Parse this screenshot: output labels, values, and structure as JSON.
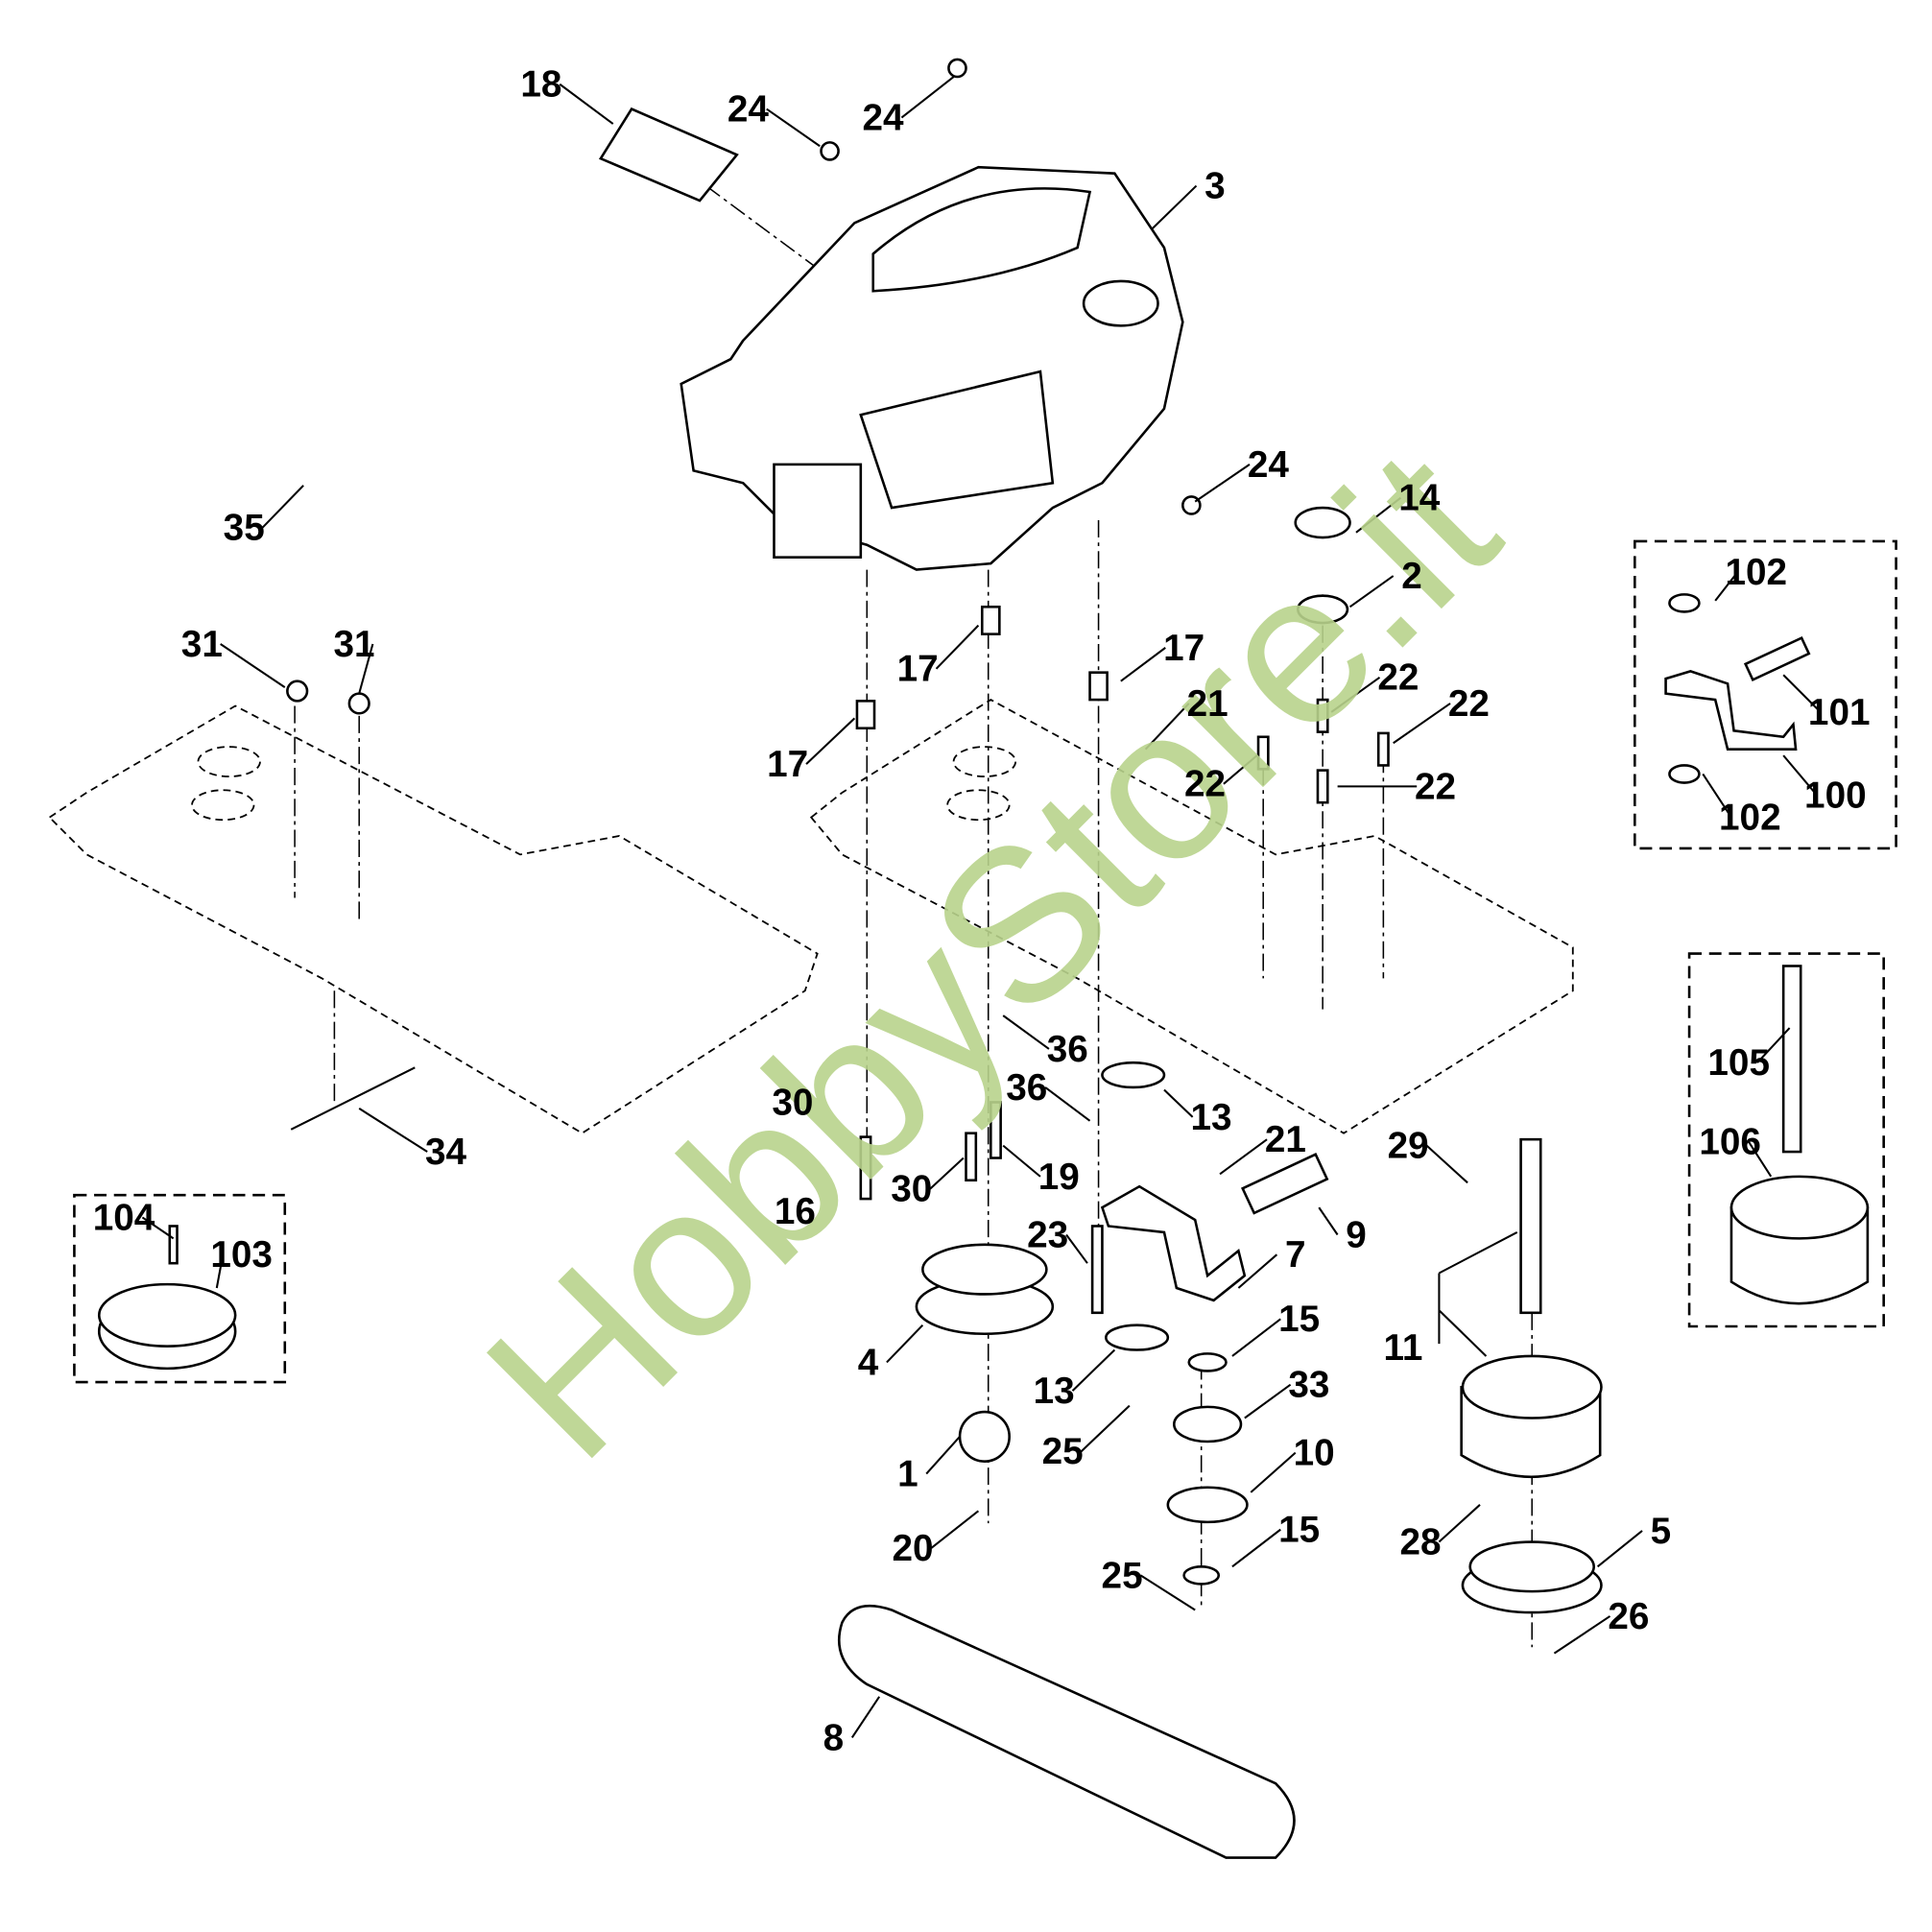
{
  "diagram": {
    "type": "exploded-parts-diagram",
    "callouts": [
      "18",
      "24",
      "24",
      "3",
      "24",
      "14",
      "2",
      "35",
      "31",
      "31",
      "17",
      "17",
      "17",
      "21",
      "22",
      "22",
      "22",
      "22",
      "102",
      "101",
      "100",
      "102",
      "105",
      "106",
      "36",
      "36",
      "13",
      "34",
      "30",
      "30",
      "19",
      "21",
      "9",
      "29",
      "16",
      "23",
      "7",
      "104",
      "103",
      "11",
      "4",
      "15",
      "13",
      "33",
      "25",
      "1",
      "10",
      "28",
      "5",
      "20",
      "15",
      "25",
      "26",
      "8"
    ],
    "watermark": "HobbyStore.it",
    "watermark_color": "#b9d38c"
  }
}
